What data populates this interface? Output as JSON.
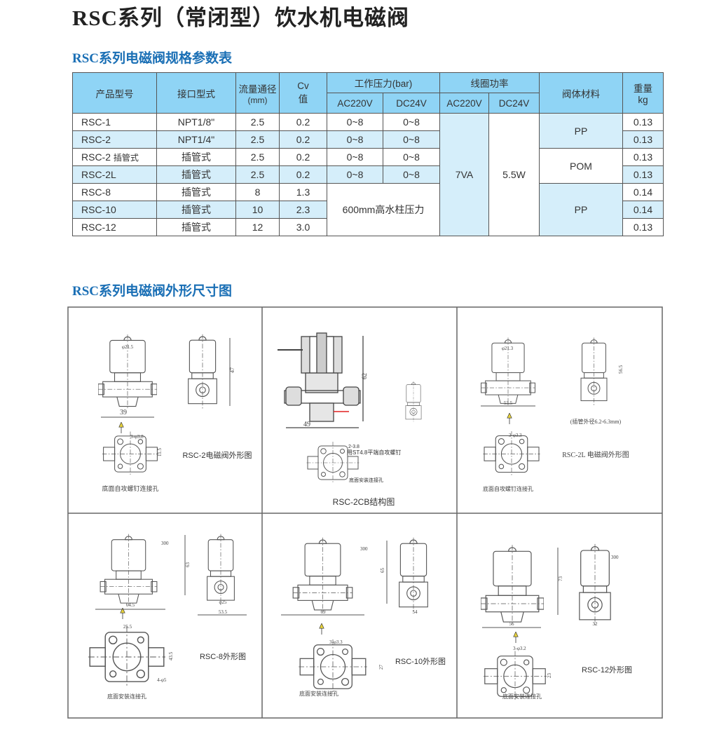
{
  "title": "RSC系列（常闭型）饮水机电磁阀",
  "spec_heading": "RSC系列电磁阀规格参数表",
  "drawing_heading": "RSC系列电磁阀外形尺寸图",
  "table": {
    "headers": {
      "model": "产品型号",
      "port": "接口型式",
      "flow_line1": "流量通径",
      "flow_line2": "(mm)",
      "cv_line1": "Cv",
      "cv_line2": "值",
      "pressure": "工作压力(bar)",
      "coil_power": "线圈功率",
      "ac": "AC220V",
      "dc": "DC24V",
      "ac2": "AC220V",
      "dc2": "DC24V",
      "material": "阀体材料",
      "weight_line1": "重量",
      "weight_line2": "kg"
    },
    "rows": [
      {
        "model": "RSC-1",
        "port": "NPT1/8\"",
        "flow": "2.5",
        "cv": "0.2",
        "p_ac": "0~8",
        "p_dc": "0~8",
        "weight": "0.13"
      },
      {
        "model": "RSC-2",
        "port": "NPT1/4\"",
        "flow": "2.5",
        "cv": "0.2",
        "p_ac": "0~8",
        "p_dc": "0~8",
        "weight": "0.13"
      },
      {
        "model": "RSC-2",
        "model_suffix": "插管式",
        "port": "插管式",
        "flow": "2.5",
        "cv": "0.2",
        "p_ac": "0~8",
        "p_dc": "0~8",
        "weight": "0.13"
      },
      {
        "model": "RSC-2L",
        "port": "插管式",
        "flow": "2.5",
        "cv": "0.2",
        "p_ac": "0~8",
        "p_dc": "0~8",
        "weight": "0.13"
      },
      {
        "model": "RSC-8",
        "port": "插管式",
        "flow": "8",
        "cv": "1.3",
        "weight": "0.14"
      },
      {
        "model": "RSC-10",
        "port": "插管式",
        "flow": "10",
        "cv": "2.3",
        "weight": "0.14"
      },
      {
        "model": "RSC-12",
        "port": "插管式",
        "flow": "12",
        "cv": "3.0",
        "weight": "0.13"
      }
    ],
    "merged": {
      "low_pressure": "600mm高水柱压力",
      "power_ac": "7VA",
      "power_dc": "5.5W",
      "material_a": "PP",
      "material_b": "POM",
      "material_c": "PP"
    }
  },
  "drawings": {
    "p1": {
      "caption": "RSC-2电磁阀外形图",
      "bottom_note": "底面自攻螺钉连接孔",
      "dim_width": "39",
      "dim_coil": "φ21.5",
      "dim_height": "47",
      "dim_holes": "3-φ3.8",
      "dim_pitch": "11.5"
    },
    "p2": {
      "caption": "RSC-2CB结构图",
      "dim_width": "49",
      "dim_height": "62",
      "screw_spec": "2-3.8",
      "screw_note": "用ST4.8平端自攻螺钉",
      "bottom_note": "底面安装连接孔"
    },
    "p3": {
      "caption": "RSC-2L 电磁阀外形图",
      "bottom_note": "底面自攻螺钉连接孔",
      "tube_note": "(插管外径6.2-6.3mm)",
      "dim_width": "53.5",
      "dim_coil": "φ21.3",
      "dim_height": "56.5",
      "dim_holes": "3-φ3.3"
    },
    "p4": {
      "caption": "RSC-8外形图",
      "bottom_note": "底面安装连接孔",
      "dim_width": "64.5",
      "dim_side": "53.5",
      "dim_lead": "300",
      "dim_height": "63",
      "dim_base": "43.5",
      "dim_pitch": "25.5",
      "dim_holes": "4-φ5",
      "dim_port": "φ25"
    },
    "p5": {
      "caption": "RSC-10外形图",
      "bottom_note": "底面安装连接孔",
      "dim_width": "69",
      "dim_side": "54",
      "dim_lead": "300",
      "dim_height": "65",
      "dim_base": "27",
      "dim_holes": "3-φ3.3"
    },
    "p6": {
      "caption": "RSC-12外形图",
      "bottom_note": "底面安装连接孔",
      "dim_width": "56",
      "dim_side": "32",
      "dim_lead": "300",
      "dim_height": "73",
      "dim_base": "23",
      "dim_holes": "3-φ3.2"
    }
  }
}
